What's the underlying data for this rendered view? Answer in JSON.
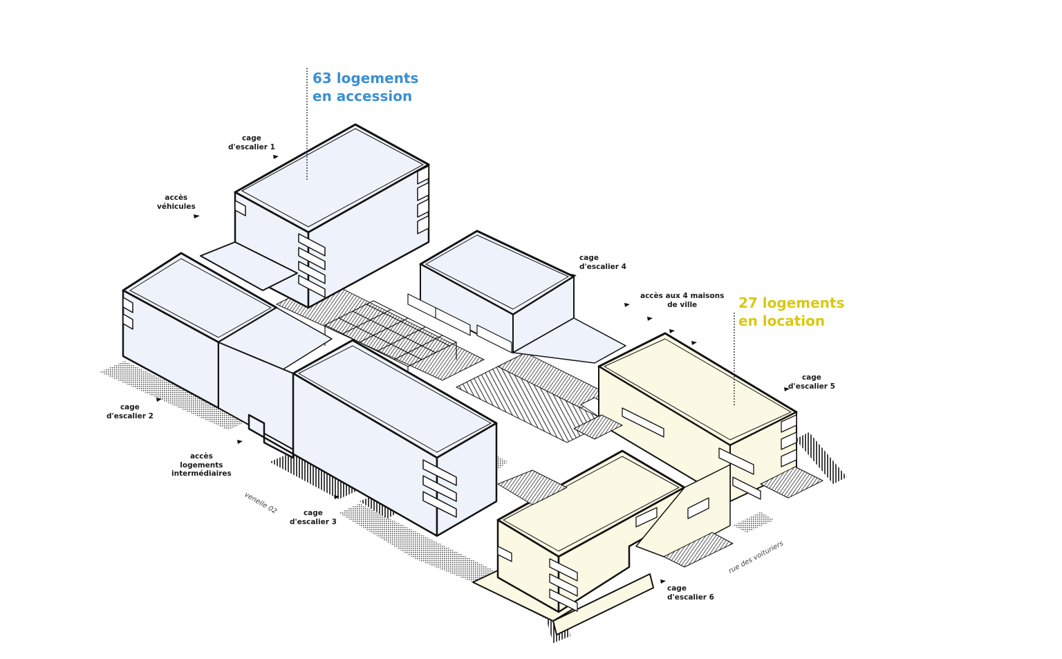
{
  "summaries": {
    "accession": {
      "line1": "63 logements",
      "line2": "en accession",
      "color": "#3a8fd1"
    },
    "location": {
      "line1": "27 logements",
      "line2": "en location",
      "color": "#d9c812"
    }
  },
  "colors": {
    "accession_fill": "#eef3fb",
    "location_fill": "#fbf9e3",
    "outline": "#111111",
    "ground_hatch": "#7a7a7a"
  },
  "labels": {
    "cage1": [
      "cage",
      "d'escalier 1"
    ],
    "acces_vehicules": [
      "accès",
      "véhicules"
    ],
    "cage4": [
      "cage",
      "d'escalier 4"
    ],
    "acces_maisons": [
      "accès aux 4 maisons",
      "de ville"
    ],
    "cage5": [
      "cage",
      "d'escalier 5"
    ],
    "cage2": [
      "cage",
      "d'escalier 2"
    ],
    "acces_logements": [
      "accès",
      "logements",
      "intermédiaires"
    ],
    "cage3": [
      "cage",
      "d'escalier 3"
    ],
    "cage6": [
      "cage",
      "d'escalier 6"
    ]
  },
  "streets": {
    "venelle": "venelle 02",
    "rue": "rue des voituriers"
  }
}
